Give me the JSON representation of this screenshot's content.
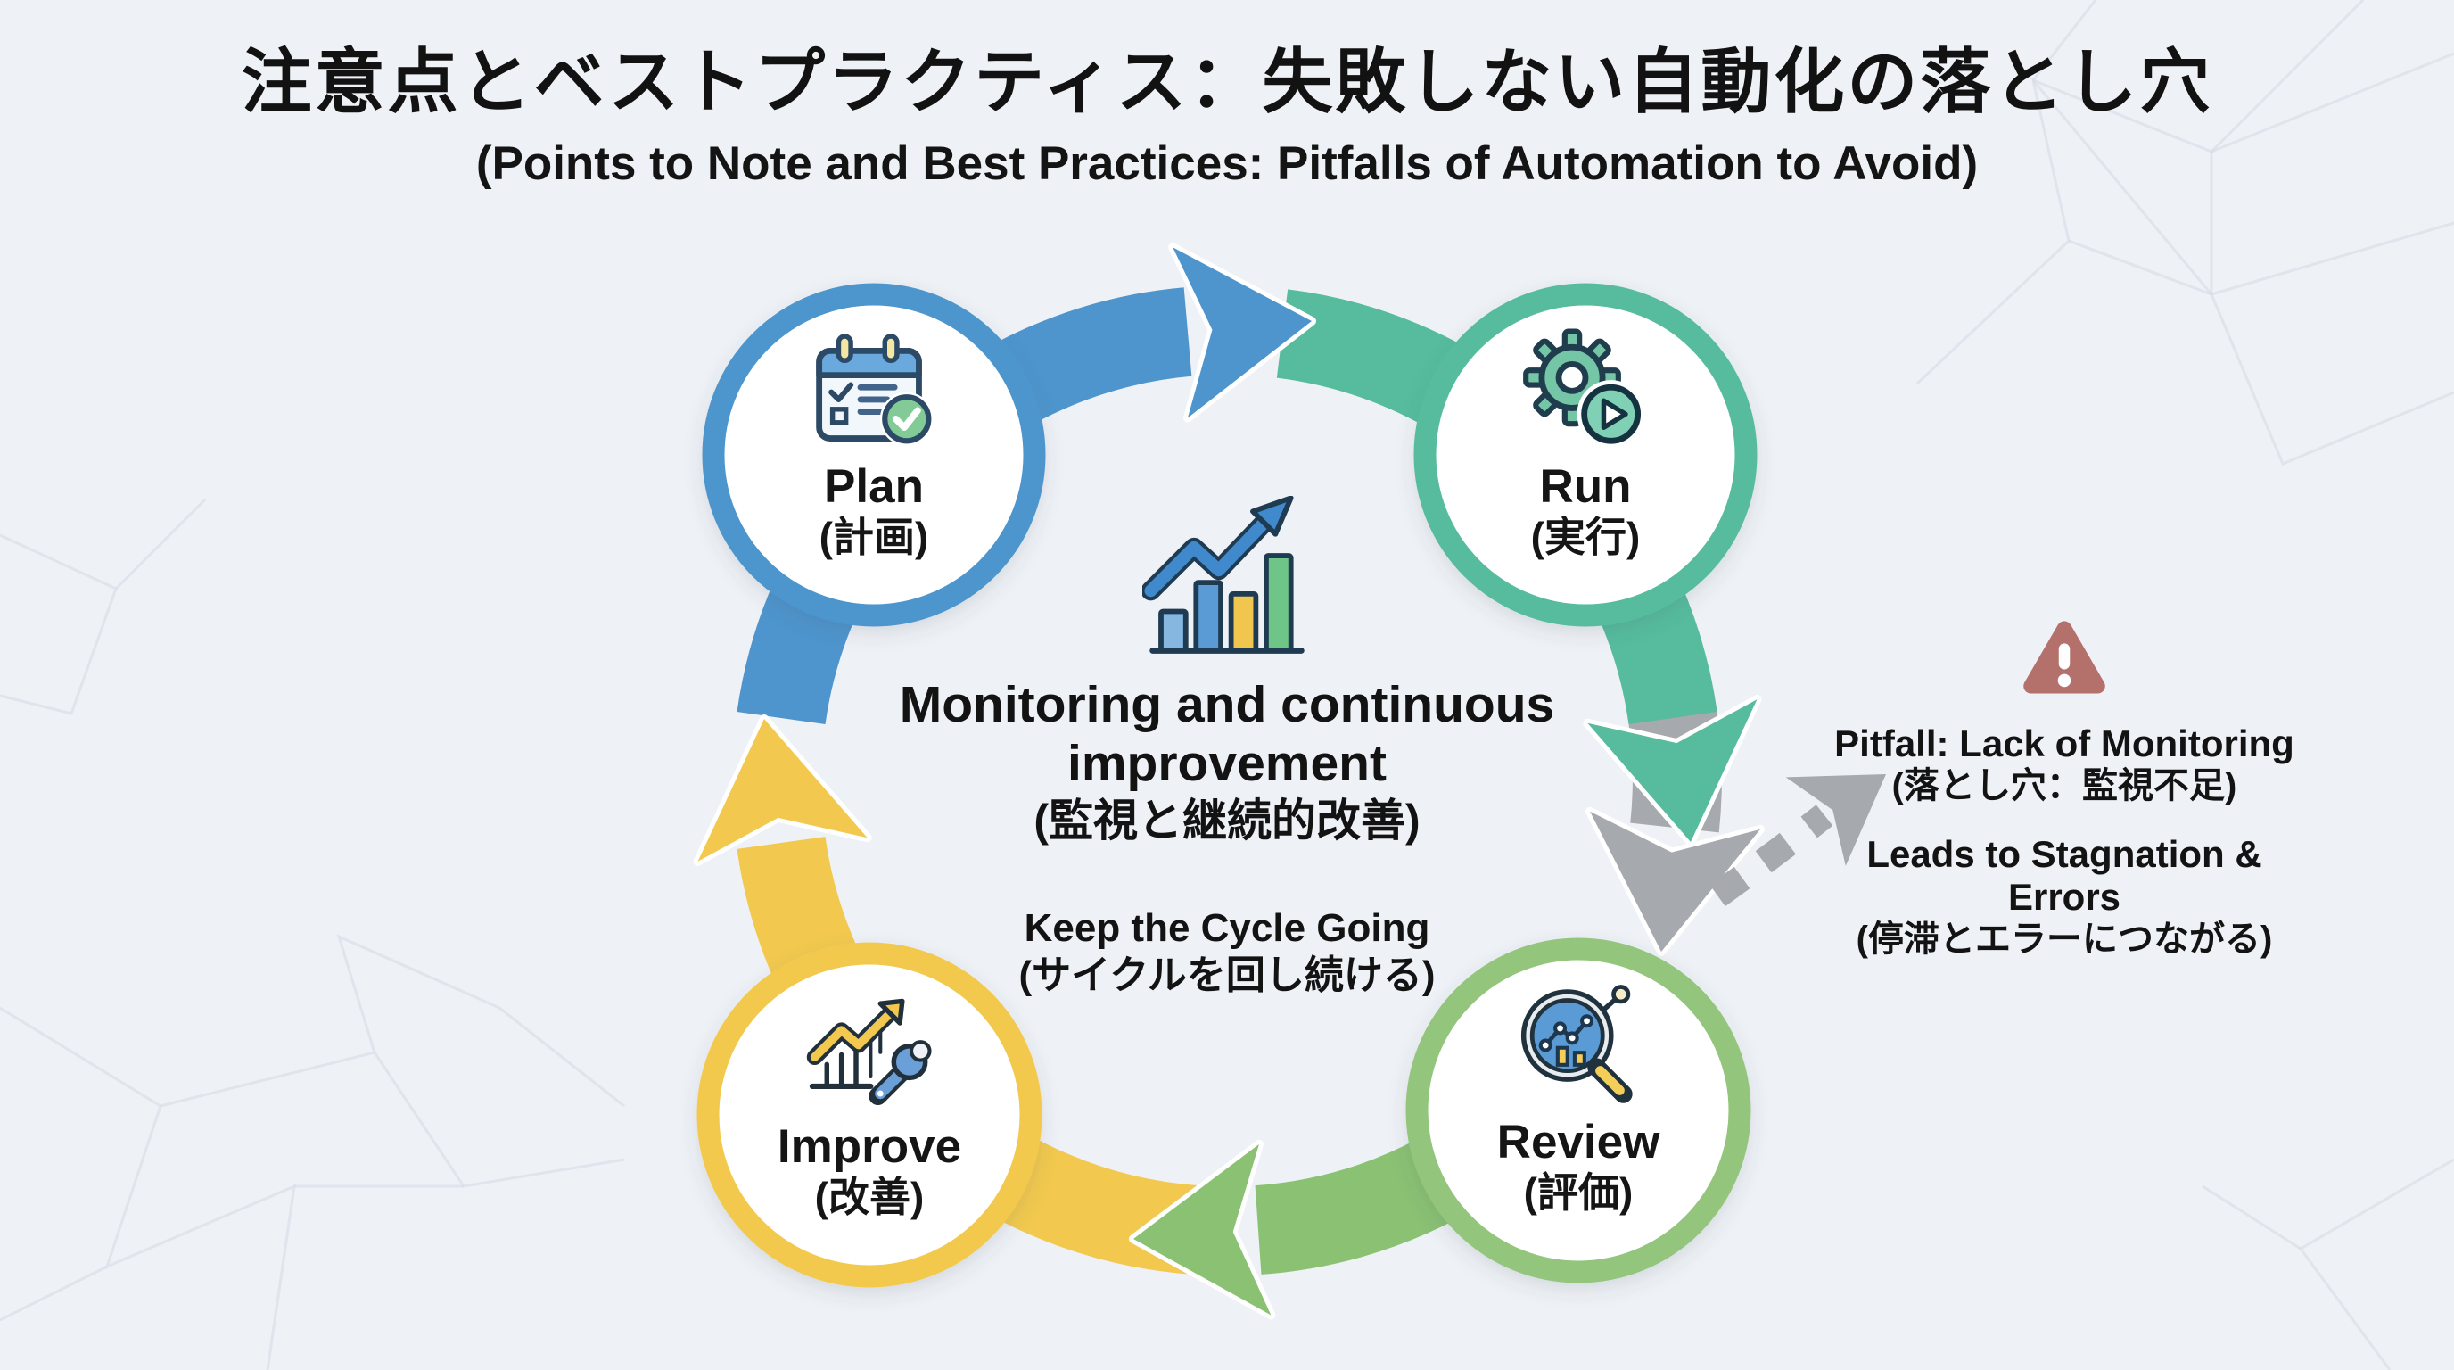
{
  "page": {
    "background": "#eef1f5",
    "title": "注意点とベストプラクティス：失敗しない自動化の落とし穴",
    "subtitle": "(Points to Note and Best Practices: Pitfalls of Automation to Avoid)"
  },
  "cycle": {
    "nodes": [
      {
        "label": "Plan",
        "label_ja": "(計画)",
        "ring_color": "#4e95cd",
        "icon": "calendar-check-icon"
      },
      {
        "label": "Run",
        "label_ja": "(実行)",
        "ring_color": "#56bc9d",
        "icon": "gear-play-icon"
      },
      {
        "label": "Review",
        "label_ja": "(評価)",
        "ring_color": "#94c57c",
        "icon": "magnifier-chart-icon"
      },
      {
        "label": "Improve",
        "label_ja": "(改善)",
        "ring_color": "#f2c94e",
        "icon": "chart-wrench-icon"
      }
    ],
    "arrows": [
      {
        "from": "Plan",
        "to": "Run",
        "color": "#4e95cd"
      },
      {
        "from": "Run",
        "to": "Review",
        "color": "#56bc9d"
      },
      {
        "from": "Review",
        "to": "Improve",
        "color": "#8ac173"
      },
      {
        "from": "Improve",
        "to": "Plan",
        "color": "#f2c94e"
      }
    ]
  },
  "center": {
    "icon": "growth-chart-icon",
    "heading_line1": "Monitoring and continuous",
    "heading_line2": "improvement",
    "heading_ja": "(監視と継続的改善)",
    "subheading": "Keep the Cycle Going",
    "subheading_ja": "(サイクルを回し続ける)"
  },
  "pitfall": {
    "icon": "warning-icon",
    "icon_color": "#b4716b",
    "arrow_color": "#a6a9ad",
    "title": "Pitfall: Lack of Monitoring",
    "title_ja": "(落とし穴：監視不足)",
    "subtitle": "Leads to Stagnation & Errors",
    "subtitle_ja": "(停滞とエラーにつながる)"
  }
}
